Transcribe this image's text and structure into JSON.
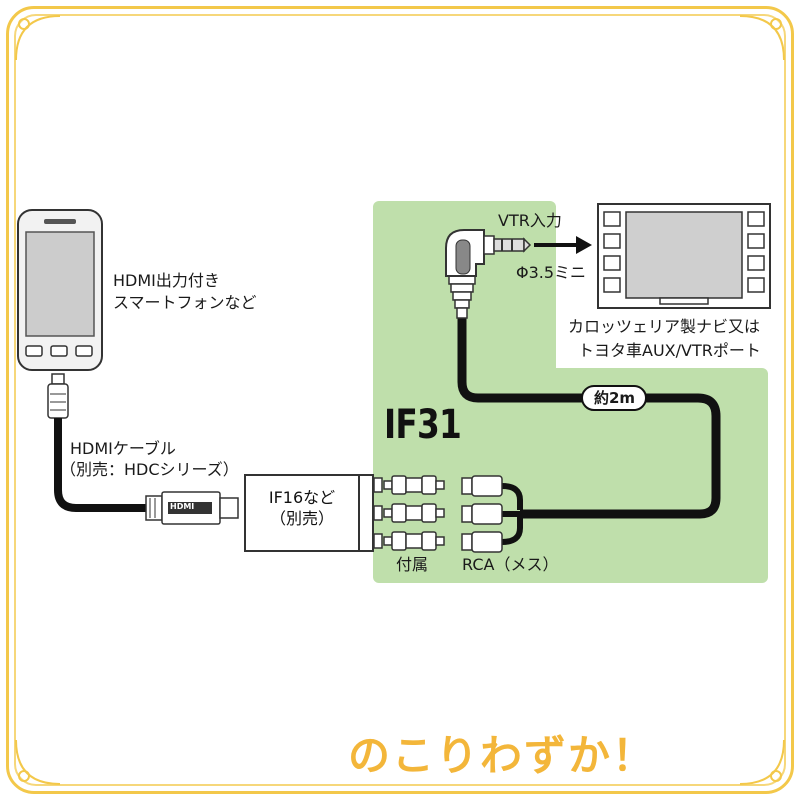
{
  "labels": {
    "phone": [
      "HDMI出力付き",
      "スマートフォンなど"
    ],
    "hdmi_cable": [
      "HDMIケーブル",
      "（別売：HDCシリーズ）"
    ],
    "if16": [
      "IF16など",
      "（別売）"
    ],
    "if31": "IF31",
    "vtr_input": "VTR入力",
    "jack": "Φ3.5ミニ",
    "nav": [
      "カロッツェリア製ナビ又は",
      "トヨタ車AUX/VTRポート"
    ],
    "length": "約2m",
    "included": "付属",
    "rca": "RCA（メス）",
    "hdmi_logo": "HDMI"
  },
  "cta": "のこりわずか！",
  "colors": {
    "green_panel": "#bfdfab",
    "frame": "#f3c84a",
    "cta": "#f3b63a",
    "cable": "#111111"
  }
}
